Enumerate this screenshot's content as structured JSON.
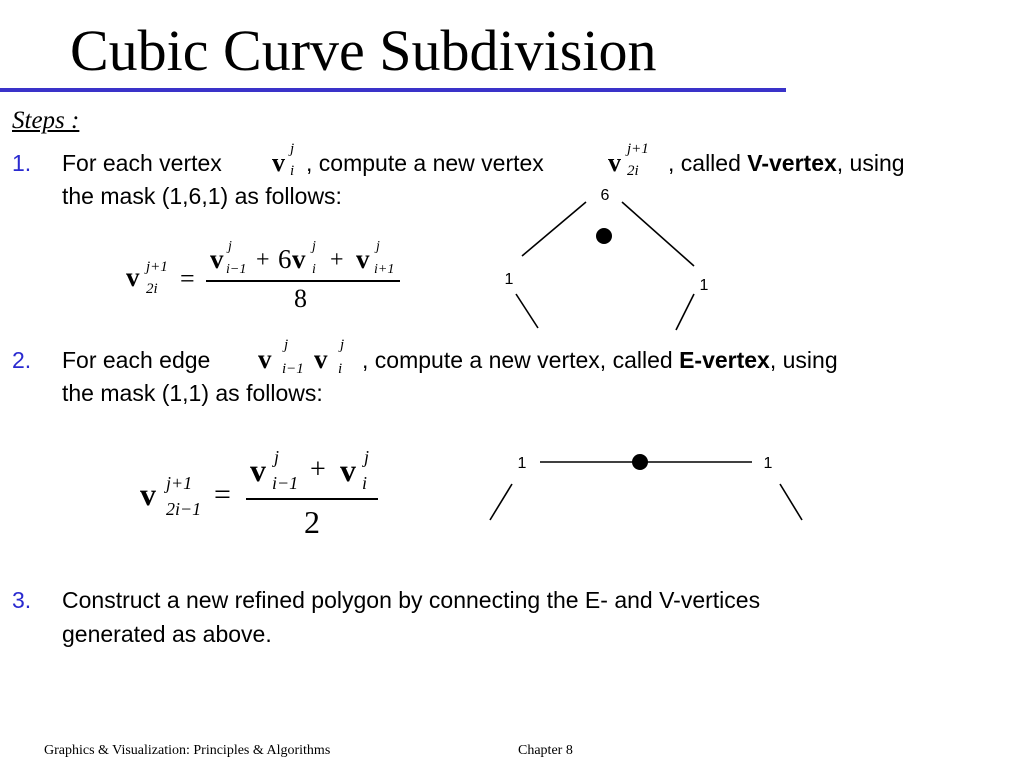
{
  "title": "Cubic Curve Subdivision",
  "steps_label": "Steps :",
  "step1": {
    "number": "1.",
    "text_a": "For each vertex",
    "text_b": ", compute a new vertex",
    "text_c": ", called",
    "bold": "V-vertex",
    "text_d": ", using",
    "line2": "the mask (1,6,1) as follows:"
  },
  "step2": {
    "number": "2.",
    "text_a": "For each edge",
    "text_b": ", compute a new vertex, called",
    "bold": "E-vertex",
    "text_c": ", using",
    "line2": "the mask (1,1) as follows:"
  },
  "step3": {
    "number": "3.",
    "line1": "Construct a new refined polygon by connecting the E- and V-vertices",
    "line2": "generated  as above."
  },
  "math": {
    "v": "v",
    "j": "j",
    "i": "i",
    "jp1": "j+1",
    "two_i": "2i",
    "i_m1": "i−1",
    "i_p1": "i+1",
    "two_i_m1": "2i−1",
    "eq": "=",
    "plus": "+",
    "six": "6",
    "den1": "8",
    "den2": "2"
  },
  "mask_v": {
    "top": "6",
    "left": "1",
    "right": "1"
  },
  "mask_e": {
    "left": "1",
    "right": "1"
  },
  "footer": {
    "left": "Graphics & Visualization: Principles & Algorithms",
    "right": "Chapter 8"
  }
}
